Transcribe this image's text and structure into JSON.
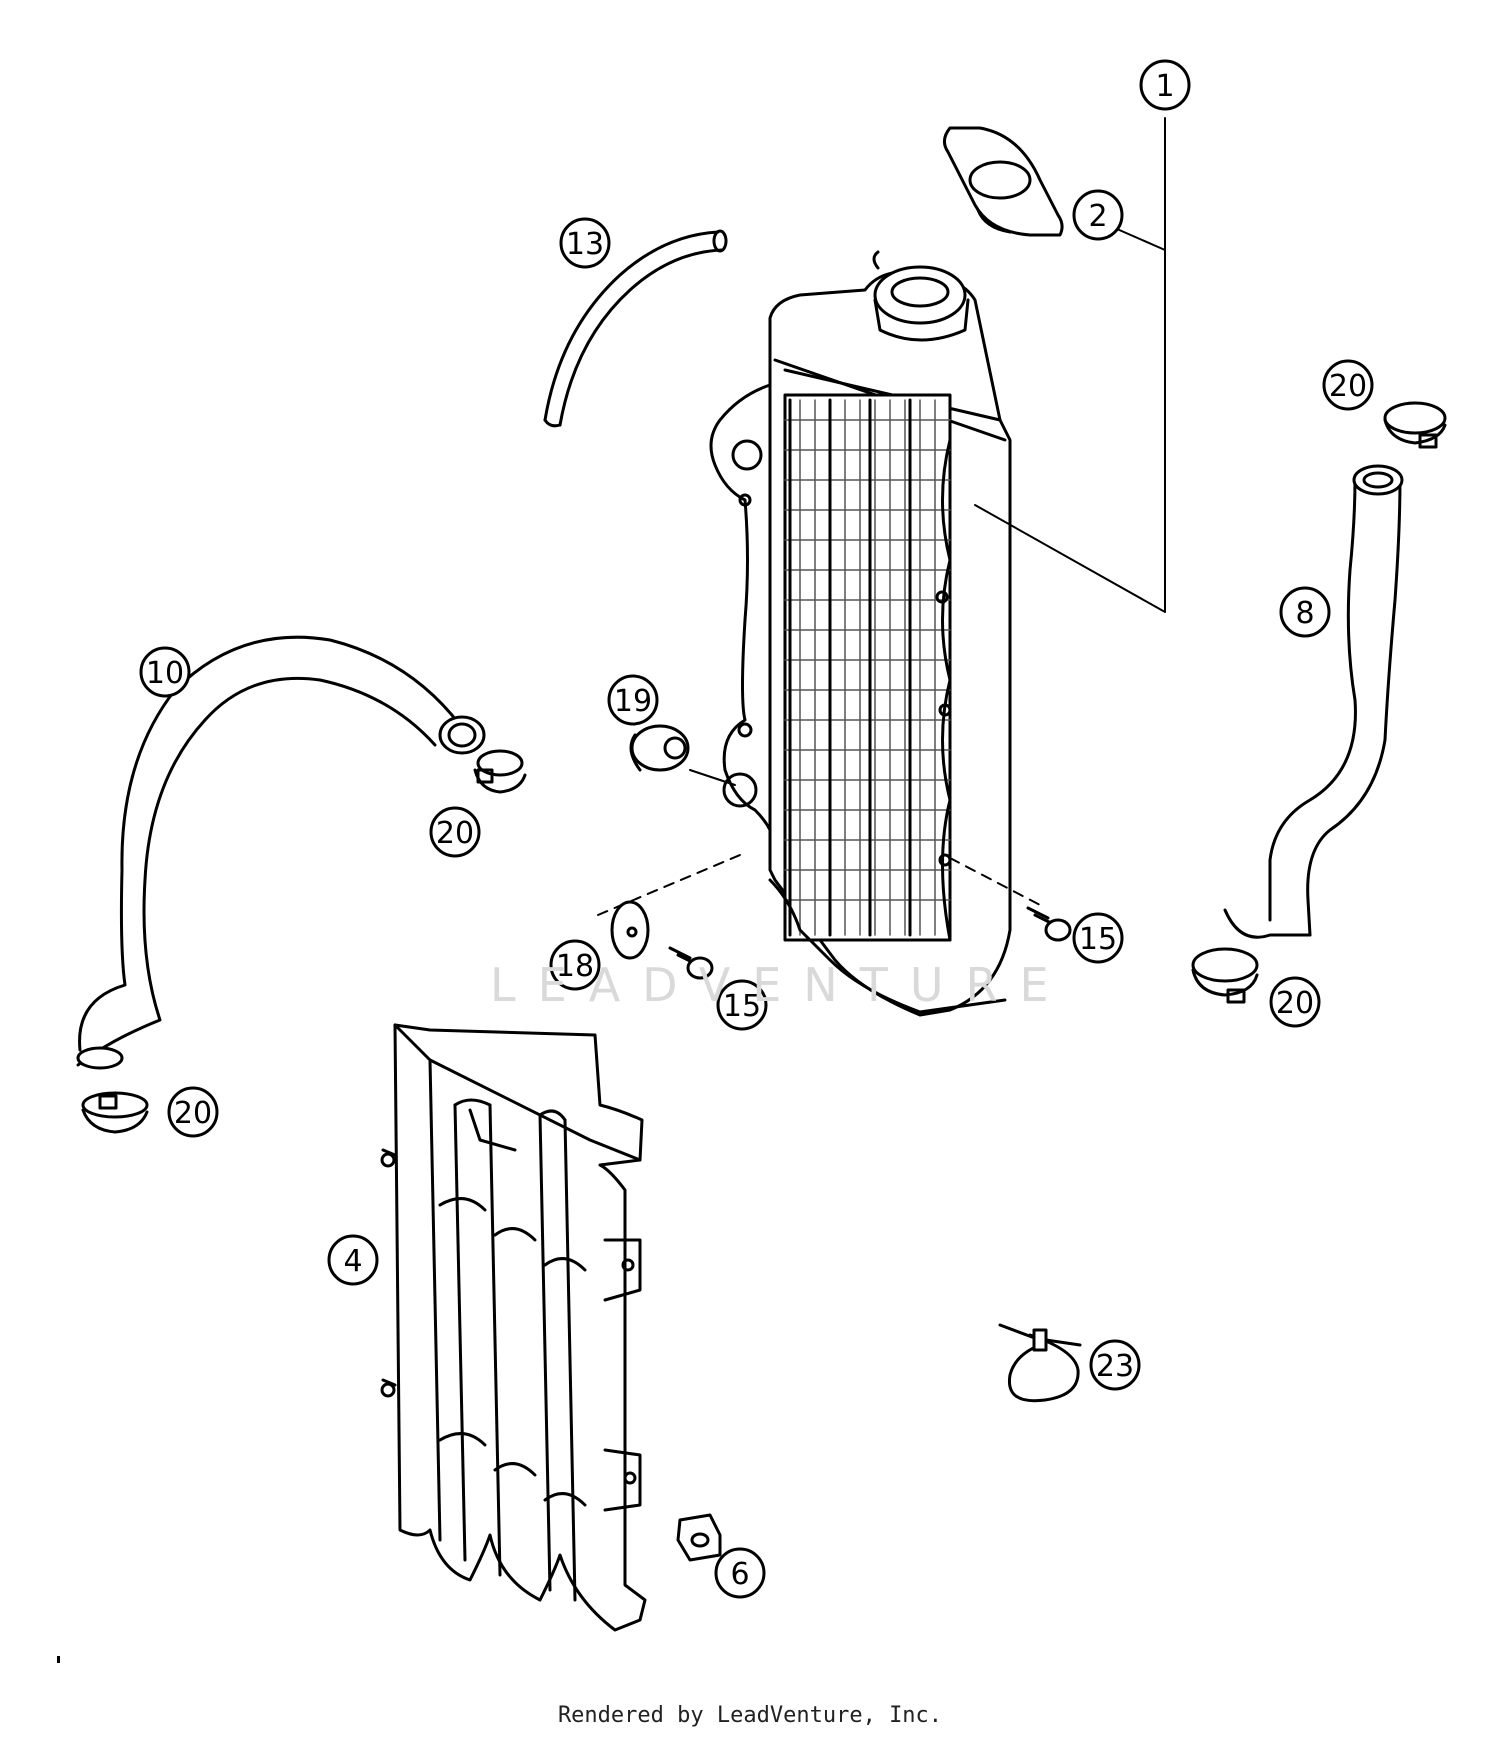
{
  "diagram": {
    "watermark": "LEADVENTURE",
    "footer": "Rendered by LeadVenture, Inc.",
    "callouts": [
      {
        "id": "c1",
        "label": "1"
      },
      {
        "id": "c2",
        "label": "2"
      },
      {
        "id": "c13",
        "label": "13"
      },
      {
        "id": "c20a",
        "label": "20"
      },
      {
        "id": "c8",
        "label": "8"
      },
      {
        "id": "c10",
        "label": "10"
      },
      {
        "id": "c19",
        "label": "19"
      },
      {
        "id": "c20b",
        "label": "20"
      },
      {
        "id": "c15a",
        "label": "15"
      },
      {
        "id": "c18",
        "label": "18"
      },
      {
        "id": "c15b",
        "label": "15"
      },
      {
        "id": "c20c",
        "label": "20"
      },
      {
        "id": "c20d",
        "label": "20"
      },
      {
        "id": "c4",
        "label": "4"
      },
      {
        "id": "c23",
        "label": "23"
      },
      {
        "id": "c6",
        "label": "6"
      }
    ]
  }
}
